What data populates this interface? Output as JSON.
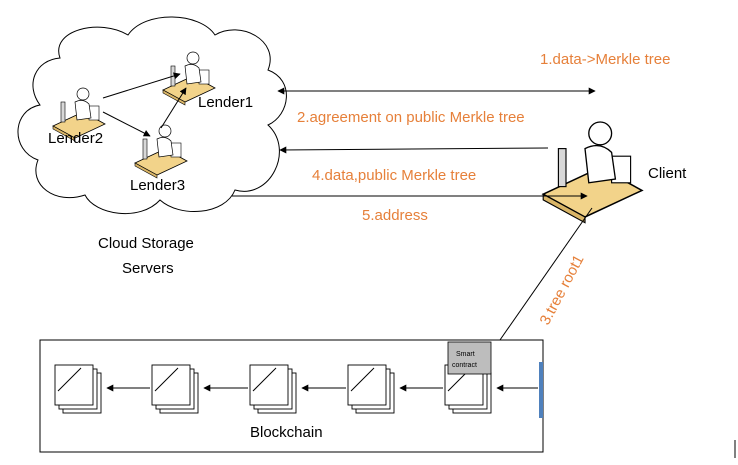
{
  "colors": {
    "accent_orange": "#E6803A",
    "line": "#000000",
    "desk": "#F2D38A",
    "cloud_stroke": "#000000",
    "smart_contract_fill": "#BDBDBD",
    "chain_blue": "#4F81BD"
  },
  "cloud": {
    "nodes": [
      "Lender1",
      "Lender2",
      "Lender3"
    ],
    "caption_line1": "Cloud Storage",
    "caption_line2": "Servers"
  },
  "client": {
    "label": "Client"
  },
  "steps": {
    "s1": "1.data->Merkle tree",
    "s2": "2.agreement on  public Merkle tree",
    "s3": "3.tree root1",
    "s4": "4.data,public Merkle tree",
    "s5": "5.address"
  },
  "blockchain": {
    "label": "Blockchain",
    "smart_contract_line1": "Smart",
    "smart_contract_line2": "contract",
    "block_count": 5
  },
  "icons": [
    "user-at-desk-icon",
    "document-block-icon",
    "cloud-icon"
  ]
}
